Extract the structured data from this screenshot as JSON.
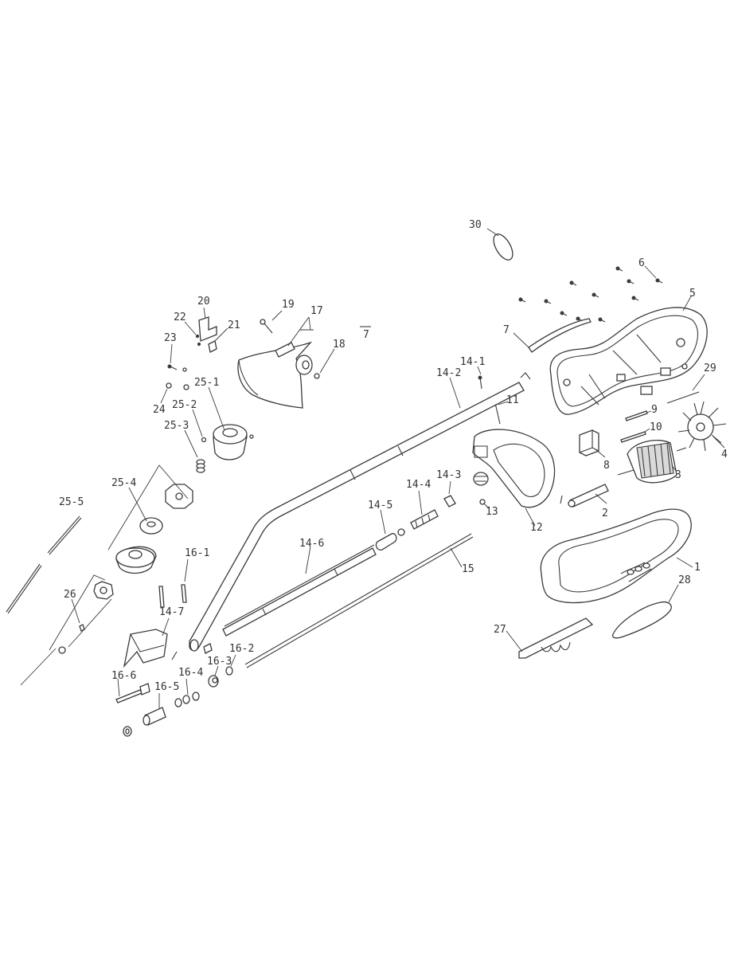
{
  "callouts": [
    {
      "id": "c30",
      "text": "30"
    },
    {
      "id": "c6",
      "text": "6"
    },
    {
      "id": "c5",
      "text": "5"
    },
    {
      "id": "c7",
      "text": "7"
    },
    {
      "id": "c29",
      "text": "29"
    },
    {
      "id": "c9",
      "text": "9"
    },
    {
      "id": "c10",
      "text": "10"
    },
    {
      "id": "c4",
      "text": "4"
    },
    {
      "id": "c8",
      "text": "8"
    },
    {
      "id": "c3",
      "text": "3"
    },
    {
      "id": "c2",
      "text": "2"
    },
    {
      "id": "c12",
      "text": "12"
    },
    {
      "id": "c13",
      "text": "13"
    },
    {
      "id": "c11",
      "text": "11"
    },
    {
      "id": "c14_1",
      "text": "14-1"
    },
    {
      "id": "c14_2",
      "text": "14-2"
    },
    {
      "id": "c14_3",
      "text": "14-3"
    },
    {
      "id": "c14_4",
      "text": "14-4"
    },
    {
      "id": "c14_5",
      "text": "14-5"
    },
    {
      "id": "c14_6",
      "text": "14-6"
    },
    {
      "id": "c14_7",
      "text": "14-7"
    },
    {
      "id": "c15",
      "text": "15"
    },
    {
      "id": "c1",
      "text": "1"
    },
    {
      "id": "c28",
      "text": "28"
    },
    {
      "id": "c27",
      "text": "27"
    },
    {
      "id": "c19",
      "text": "19"
    },
    {
      "id": "c20",
      "text": "20"
    },
    {
      "id": "c17",
      "text": "17"
    },
    {
      "id": "c7b",
      "text": "7"
    },
    {
      "id": "c22",
      "text": "22"
    },
    {
      "id": "c21",
      "text": "21"
    },
    {
      "id": "c18",
      "text": "18"
    },
    {
      "id": "c23",
      "text": "23"
    },
    {
      "id": "c24",
      "text": "24"
    },
    {
      "id": "c25_1",
      "text": "25-1"
    },
    {
      "id": "c25_2",
      "text": "25-2"
    },
    {
      "id": "c25_3",
      "text": "25-3"
    },
    {
      "id": "c25_4",
      "text": "25-4"
    },
    {
      "id": "c25_5",
      "text": "25-5"
    },
    {
      "id": "c26",
      "text": "26"
    },
    {
      "id": "c16_1",
      "text": "16-1"
    },
    {
      "id": "c16_2",
      "text": "16-2"
    },
    {
      "id": "c16_3",
      "text": "16-3"
    },
    {
      "id": "c16_4",
      "text": "16-4"
    },
    {
      "id": "c16_5",
      "text": "16-5"
    },
    {
      "id": "c16_6",
      "text": "16-6"
    }
  ]
}
